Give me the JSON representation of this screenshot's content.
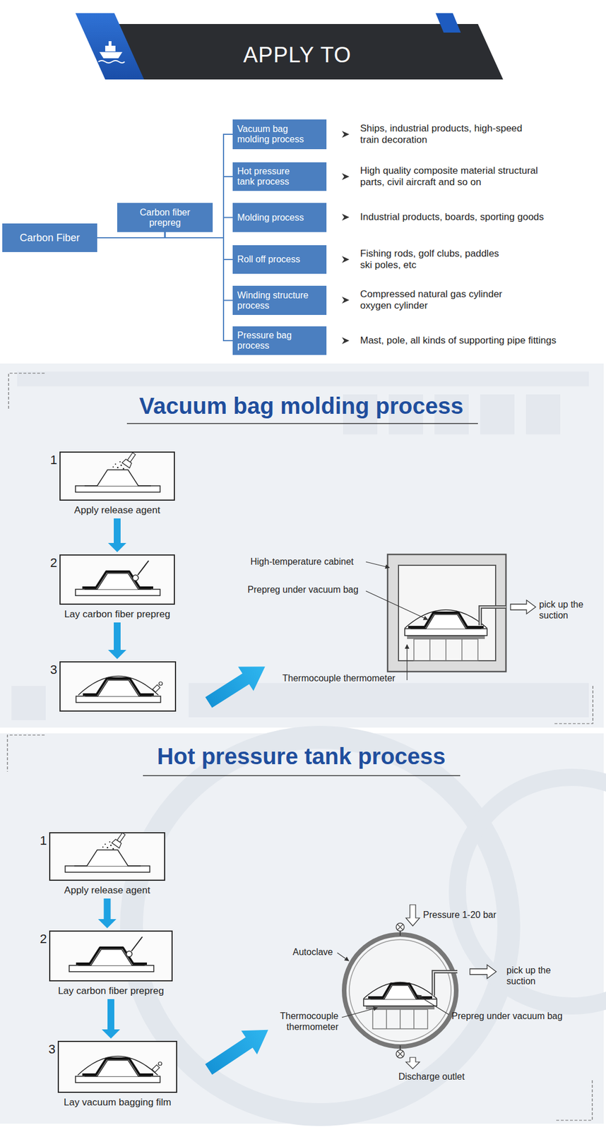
{
  "diagram": {
    "title": "APPLY TO",
    "nodes": [
      {
        "text": [
          "Carbon Fiber"
        ]
      },
      {
        "text": [
          "Carbon fiber prepreg"
        ]
      },
      {
        "text": [
          "Vacuum bag molding process"
        ]
      },
      {
        "text": [
          "Hot pressure tank process"
        ]
      },
      {
        "text": [
          "Molding process"
        ]
      },
      {
        "text": [
          "Roll off process"
        ]
      },
      {
        "text": [
          "Winding structure process"
        ]
      },
      {
        "text": [
          "Pressure bag process"
        ]
      },
      {
        "text": [
          "1",
          "Apply release agent"
        ]
      },
      {
        "text": [
          "2",
          "Lay carbon fiber prepreg"
        ]
      },
      {
        "text": [
          "3"
        ]
      },
      {
        "text": [
          "1",
          "Apply release agent"
        ]
      },
      {
        "text": [
          "2",
          "Lay carbon fiber prepreg"
        ]
      },
      {
        "text": [
          "3",
          "Lay vacuum bagging film"
        ]
      }
    ],
    "edges": [
      {
        "from": 0,
        "to": 1,
        "arrow": "none"
      },
      {
        "from": 1,
        "to": 2,
        "arrow": "none"
      },
      {
        "from": 1,
        "to": 3,
        "arrow": "none"
      },
      {
        "from": 1,
        "to": 4,
        "arrow": "none"
      },
      {
        "from": 1,
        "to": 5,
        "arrow": "none"
      },
      {
        "from": 1,
        "to": 6,
        "arrow": "none"
      },
      {
        "from": 1,
        "to": 7,
        "arrow": "none"
      },
      {
        "from": 8,
        "to": 9,
        "arrow": "to"
      },
      {
        "from": 9,
        "to": 10,
        "arrow": "to"
      },
      {
        "from": 11,
        "to": 12,
        "arrow": "to"
      },
      {
        "from": 12,
        "to": 13,
        "arrow": "to"
      }
    ],
    "labels": [
      "Ships, industrial products, high-speed train decoration",
      "High quality composite material structural parts, civil aircraft and so on",
      "Industrial products, boards, sporting goods",
      "Fishing rods, golf clubs, paddles ski poles, etc",
      "Compressed natural gas cylinder oxygen cylinder",
      "Mast, pole, all kinds of supporting pipe fittings",
      "Vacuum bag molding process",
      "High-temperature cabinet",
      "Prepreg under vacuum bag",
      "pick up the suction",
      "Thermocouple thermometer",
      "Hot pressure tank process",
      "Pressure 1-20 bar",
      "Autoclave",
      "pick up the suction",
      "Thermocouple thermometer",
      "Prepreg under vacuum bag",
      "Discharge outlet"
    ]
  }
}
